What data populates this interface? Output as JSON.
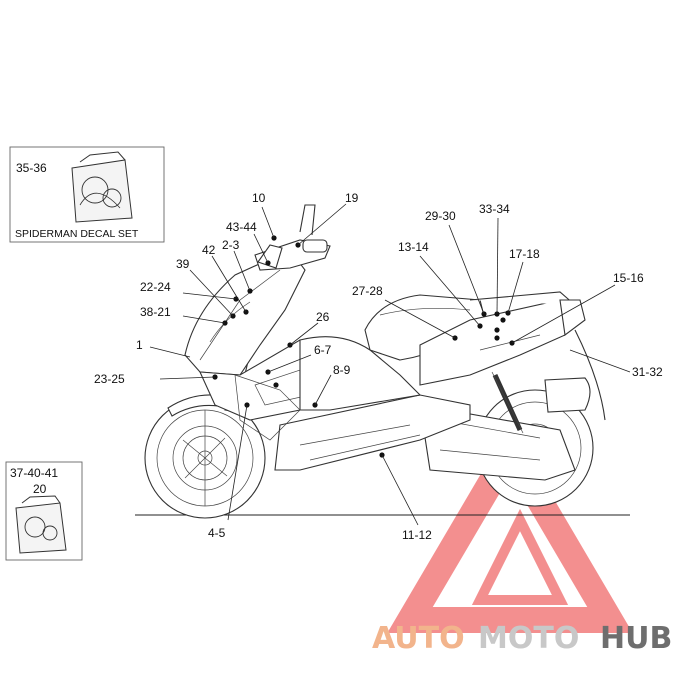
{
  "kits": [
    {
      "label": "35-36",
      "caption": "SPIDERMAN DECAL SET"
    },
    {
      "label": "37-40-41",
      "label2": "20"
    }
  ],
  "callouts": [
    {
      "label": "10"
    },
    {
      "label": "19"
    },
    {
      "label": "43-44"
    },
    {
      "label": "2-3"
    },
    {
      "label": "42"
    },
    {
      "label": "39"
    },
    {
      "label": "22-24"
    },
    {
      "label": "38-21"
    },
    {
      "label": "1"
    },
    {
      "label": "23-25"
    },
    {
      "label": "26"
    },
    {
      "label": "6-7"
    },
    {
      "label": "8-9"
    },
    {
      "label": "4-5"
    },
    {
      "label": "27-28"
    },
    {
      "label": "13-14"
    },
    {
      "label": "29-30"
    },
    {
      "label": "33-34"
    },
    {
      "label": "17-18"
    },
    {
      "label": "15-16"
    },
    {
      "label": "31-32"
    },
    {
      "label": "11-12"
    }
  ],
  "watermark": {
    "part1": "AUTO",
    "part2": "MOTO",
    "part3": "HUB",
    "color1": "#f2b48c",
    "color2": "#c8c8c8",
    "color3": "#6e6e6e",
    "triangle_color": "#ef6a6a"
  }
}
